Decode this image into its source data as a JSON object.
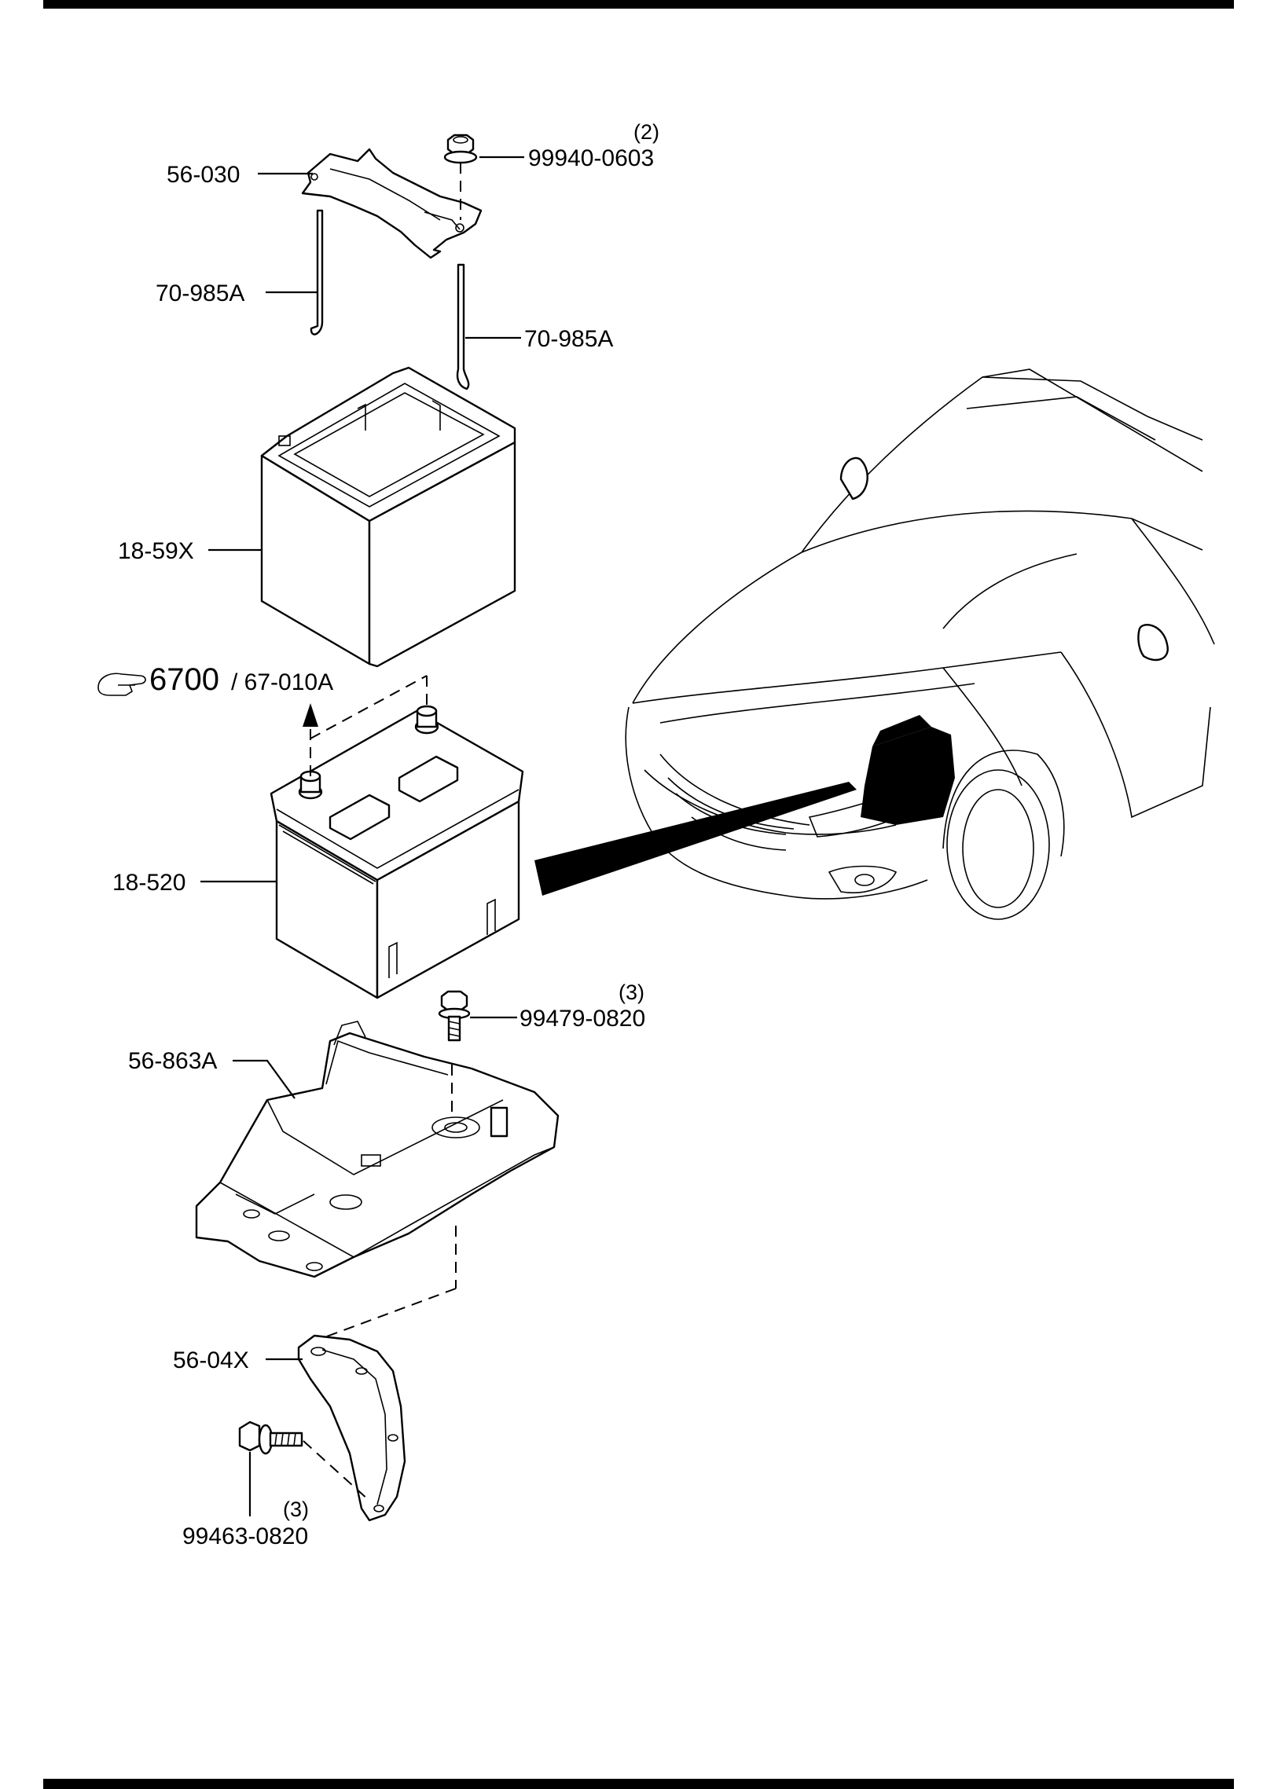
{
  "callouts": {
    "hold_down_bar": "56-030",
    "hold_down_nut": "99940-0603",
    "hold_down_nut_qty": "(2)",
    "rod_left": "70-985A",
    "rod_right": "70-985A",
    "battery_cover": "18-59X",
    "battery": "18-520",
    "tray_bolt": "99479-0820",
    "tray_bolt_qty": "(3)",
    "battery_tray": "56-863A",
    "bracket": "56-04X",
    "bracket_bolt": "99463-0820",
    "bracket_bolt_qty": "(3)"
  },
  "reference": {
    "icon": "pointing-hand-icon",
    "main": "6700",
    "sub": "/ 67-010A"
  }
}
